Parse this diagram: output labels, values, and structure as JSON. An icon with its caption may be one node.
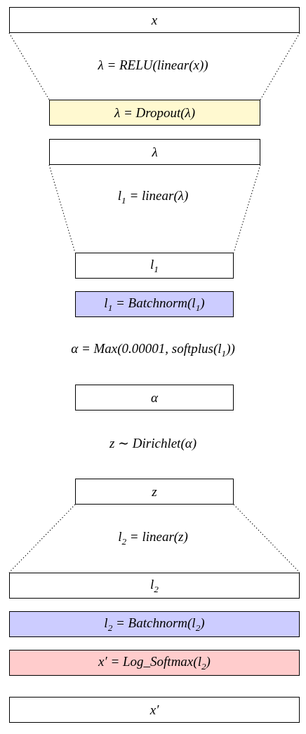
{
  "diagram": {
    "nodes": [
      {
        "text": [
          "x"
        ]
      },
      {
        "text": [
          "λ = Dropout(λ)"
        ]
      },
      {
        "text": [
          "λ"
        ]
      },
      {
        "text": [
          "l$_{1}$"
        ]
      },
      {
        "text": [
          "l$_{1}$ = Batchnorm(l$_{1}$)"
        ]
      },
      {
        "text": [
          "α"
        ]
      },
      {
        "text": [
          "z"
        ]
      },
      {
        "text": [
          "l$_{2}$"
        ]
      },
      {
        "text": [
          "l$_{2}$ = Batchnorm(l$_{2}$)"
        ]
      },
      {
        "text": [
          "x′ = Log_Softmax(l$_{2}$)"
        ]
      },
      {
        "text": [
          "x′"
        ]
      }
    ],
    "edges": [
      {
        "from": 0,
        "to": 1,
        "arrow": "none",
        "style": "dashed"
      },
      {
        "from": 0,
        "to": 1,
        "arrow": "none",
        "style": "dashed"
      },
      {
        "from": 2,
        "to": 3,
        "arrow": "none",
        "style": "dashed"
      },
      {
        "from": 2,
        "to": 3,
        "arrow": "none",
        "style": "dashed"
      },
      {
        "from": 6,
        "to": 7,
        "arrow": "none",
        "style": "dashed"
      },
      {
        "from": 6,
        "to": 7,
        "arrow": "none",
        "style": "dashed"
      }
    ],
    "labels": [
      "λ = RELU(linear(x))",
      "l$_{1}$ = linear(λ)",
      "α = Max(0.00001, softplus(l$_{1}$))",
      "z ∼ Dirichlet(α)",
      "l$_{2}$ = linear(z)"
    ]
  }
}
